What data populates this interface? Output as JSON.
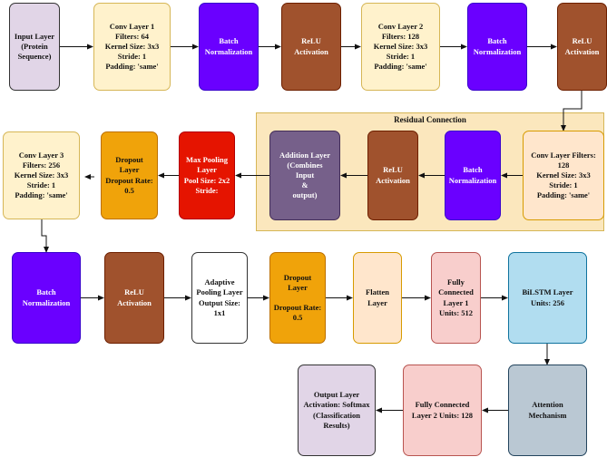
{
  "residual": {
    "title": "Residual Connection"
  },
  "nodes": [
    {
      "id": "input-layer",
      "text": "Input Layer\n(Protein\nSequence)",
      "fill": "#e1d5e7",
      "style": "light lavender"
    },
    {
      "id": "conv-layer-1",
      "text": "Conv Layer 1\nFilters: 64\nKernel Size: 3x3\nStride: 1\nPadding: 'same'",
      "fill": "#fff2cc",
      "style": "light cream"
    },
    {
      "id": "batch-norm-1",
      "text": "Batch\nNormalization",
      "fill": "#6a00ff",
      "style": "dark violet"
    },
    {
      "id": "relu-1",
      "text": "ReLU\nActivation",
      "fill": "#a0522d",
      "style": "dark brown"
    },
    {
      "id": "conv-layer-2",
      "text": "Conv Layer 2\nFilters: 128\nKernel Size: 3x3\nStride: 1\nPadding: 'same'",
      "fill": "#fff2cc",
      "style": "light cream"
    },
    {
      "id": "batch-norm-2",
      "text": "Batch\nNormalization",
      "fill": "#6a00ff",
      "style": "dark violet"
    },
    {
      "id": "relu-2",
      "text": "ReLU\nActivation",
      "fill": "#a0522d",
      "style": "dark brown"
    },
    {
      "id": "conv-layer-residual",
      "text": "Conv Layer  Filters:\n128\nKernel Size: 3x3\nStride: 1\nPadding: 'same'",
      "fill": "#ffe6cc",
      "style": "light peach"
    },
    {
      "id": "batch-norm-residual",
      "text": "Batch\nNormalization",
      "fill": "#6a00ff",
      "style": "dark violet"
    },
    {
      "id": "relu-residual",
      "text": "ReLU\nActivation",
      "fill": "#a0522d",
      "style": "dark brown"
    },
    {
      "id": "addition-layer",
      "text": "Addition Layer\n(Combines\nInput\n&\noutput)",
      "fill": "#76608a",
      "style": "dark grape"
    },
    {
      "id": "max-pooling",
      "text": "Max Pooling\nLayer\nPool Size: 2x2\nStride:",
      "fill": "#e51400",
      "style": "dark red"
    },
    {
      "id": "dropout-1",
      "text": "Dropout\nLayer\nDropout Rate:\n0.5",
      "fill": "#f0a30a",
      "style": "light orange"
    },
    {
      "id": "conv-layer-3",
      "text": "Conv Layer 3\nFilters: 256\nKernel Size: 3x3\nStride: 1\nPadding: 'same'",
      "fill": "#fff2cc",
      "style": "light cream"
    },
    {
      "id": "batch-norm-3",
      "text": "Batch\nNormalization",
      "fill": "#6a00ff",
      "style": "dark violet"
    },
    {
      "id": "relu-3",
      "text": "ReLU\nActivation",
      "fill": "#a0522d",
      "style": "dark brown"
    },
    {
      "id": "adaptive-pooling",
      "text": "Adaptive\nPooling Layer\nOutput Size:\n1x1",
      "fill": "#ffffff",
      "style": "light white"
    },
    {
      "id": "dropout-2",
      "text": "Dropout\nLayer\n\nDropout Rate:\n0.5",
      "fill": "#f0a30a",
      "style": "light orange"
    },
    {
      "id": "flatten-layer",
      "text": "Flatten\nLayer",
      "fill": "#ffe6cc",
      "style": "light peach"
    },
    {
      "id": "fully-connected-1",
      "text": "Fully\nConnected\nLayer 1\nUnits: 512",
      "fill": "#f8cecc",
      "style": "light pinkish"
    },
    {
      "id": "bilstm-layer",
      "text": "BiLSTM Layer\nUnits: 256",
      "fill": "#b1ddf0",
      "style": "light blue"
    },
    {
      "id": "attention-mechanism",
      "text": "Attention\nMechanism",
      "fill": "#bac8d3",
      "style": "light slate"
    },
    {
      "id": "fully-connected-2",
      "text": "Fully Connected\nLayer 2   Units: 128",
      "fill": "#f8cecc",
      "style": "light pinkish"
    },
    {
      "id": "output-layer",
      "text": "Output Layer\nActivation: Softmax\n(Classification\nResults)",
      "fill": "#e1d5e7",
      "style": "light lavender"
    }
  ],
  "edges": [
    {
      "from": "input-layer",
      "to": "conv-layer-1"
    },
    {
      "from": "conv-layer-1",
      "to": "batch-norm-1"
    },
    {
      "from": "batch-norm-1",
      "to": "relu-1"
    },
    {
      "from": "relu-1",
      "to": "conv-layer-2"
    },
    {
      "from": "conv-layer-2",
      "to": "batch-norm-2"
    },
    {
      "from": "batch-norm-2",
      "to": "relu-2"
    },
    {
      "from": "relu-2",
      "to": "conv-layer-residual"
    },
    {
      "from": "conv-layer-residual",
      "to": "batch-norm-residual"
    },
    {
      "from": "batch-norm-residual",
      "to": "relu-residual"
    },
    {
      "from": "relu-residual",
      "to": "addition-layer"
    },
    {
      "from": "addition-layer",
      "to": "max-pooling"
    },
    {
      "from": "max-pooling",
      "to": "dropout-1"
    },
    {
      "from": "dropout-1",
      "to": "conv-layer-3"
    },
    {
      "from": "conv-layer-3",
      "to": "batch-norm-3"
    },
    {
      "from": "batch-norm-3",
      "to": "relu-3"
    },
    {
      "from": "relu-3",
      "to": "adaptive-pooling"
    },
    {
      "from": "adaptive-pooling",
      "to": "dropout-2"
    },
    {
      "from": "dropout-2",
      "to": "flatten-layer"
    },
    {
      "from": "flatten-layer",
      "to": "fully-connected-1"
    },
    {
      "from": "fully-connected-1",
      "to": "bilstm-layer"
    },
    {
      "from": "bilstm-layer",
      "to": "attention-mechanism"
    },
    {
      "from": "attention-mechanism",
      "to": "fully-connected-2"
    },
    {
      "from": "fully-connected-2",
      "to": "output-layer"
    }
  ]
}
